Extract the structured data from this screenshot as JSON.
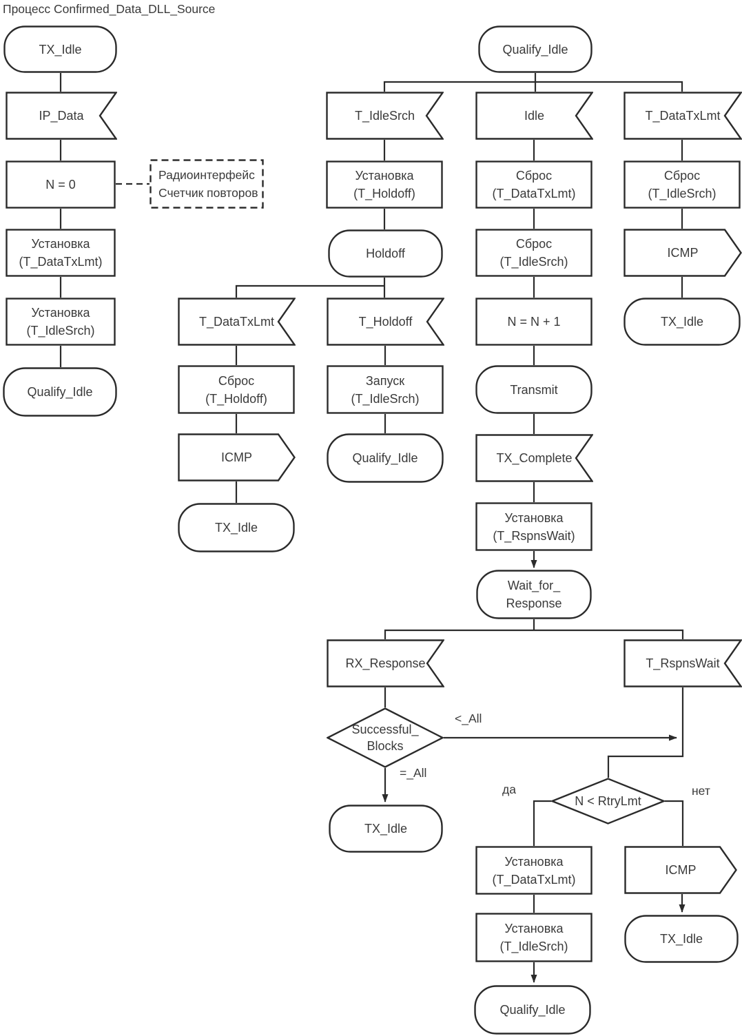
{
  "title": "Процесс Confirmed_Data_DLL_Source",
  "colors": {
    "stroke": "#2b2b2b",
    "text": "#3a3a3a",
    "background": "#ffffff"
  },
  "comment": {
    "line1": "Радиоинтерфейс",
    "line2": "Счетчик повторов"
  },
  "edge_labels": {
    "less_all": "<_All",
    "equal_all": "=_All",
    "yes": "да",
    "no": "нет"
  },
  "nodes": {
    "tx_idle_start": {
      "label": "TX_Idle"
    },
    "ip_data": {
      "label": "IP_Data"
    },
    "n_eq_0": {
      "label": "N = 0"
    },
    "set_datatxlmt_1": {
      "line1": "Установка",
      "line2": "(T_DataTxLmt)"
    },
    "set_idlesrch_1": {
      "line1": "Установка",
      "line2": "(T_IdleSrch)"
    },
    "qualify_idle_1": {
      "label": "Qualify_Idle"
    },
    "qualify_idle_top": {
      "label": "Qualify_Idle"
    },
    "t_idlesrch_sig": {
      "label": "T_IdleSrch"
    },
    "set_holdoff": {
      "line1": "Установка",
      "line2": "(T_Holdoff)"
    },
    "holdoff_state": {
      "label": "Holdoff"
    },
    "t_datatxlmt_mid": {
      "label": "T_DataTxLmt"
    },
    "reset_holdoff": {
      "line1": "Сброс",
      "line2": "(T_Holdoff)"
    },
    "icmp_mid": {
      "label": "ICMP"
    },
    "tx_idle_mid": {
      "label": "TX_Idle"
    },
    "t_holdoff_sig": {
      "label": "T_Holdoff"
    },
    "start_idlesrch": {
      "line1": "Запуск",
      "line2": "(T_IdleSrch)"
    },
    "qualify_idle_mid": {
      "label": "Qualify_Idle"
    },
    "idle_sig": {
      "label": "Idle"
    },
    "reset_datatxlmt": {
      "line1": "Сброс",
      "line2": "(T_DataTxLmt)"
    },
    "reset_idlesrch_c4": {
      "line1": "Сброс",
      "line2": "(T_IdleSrch)"
    },
    "n_plus_1": {
      "label": "N = N + 1"
    },
    "transmit_state": {
      "label": "Transmit"
    },
    "tx_complete_sig": {
      "label": "TX_Complete"
    },
    "set_rspnswait": {
      "line1": "Установка",
      "line2": "(T_RspnsWait)"
    },
    "wait_for_response": {
      "line1": "Wait_for_",
      "line2": "Response"
    },
    "t_datatxlmt_right": {
      "label": "T_DataTxLmt"
    },
    "reset_idlesrch_right": {
      "line1": "Сброс",
      "line2": "(T_IdleSrch)"
    },
    "icmp_right": {
      "label": "ICMP"
    },
    "tx_idle_right": {
      "label": "TX_Idle"
    },
    "rx_response_sig": {
      "label": "RX_Response"
    },
    "t_rspnswait_sig": {
      "label": "T_RspnsWait"
    },
    "successful_blocks": {
      "line1": "Successful_",
      "line2": "Blocks"
    },
    "tx_idle_all": {
      "label": "TX_Idle"
    },
    "n_lt_rtrylmt": {
      "label": "N < RtryLmt"
    },
    "set_datatxlmt_2": {
      "line1": "Установка",
      "line2": "(T_DataTxLmt)"
    },
    "icmp_bottom": {
      "label": "ICMP"
    },
    "set_idlesrch_2": {
      "line1": "Установка",
      "line2": "(T_IdleSrch)"
    },
    "tx_idle_bottom": {
      "label": "TX_Idle"
    },
    "qualify_idle_bottom": {
      "label": "Qualify_Idle"
    }
  }
}
